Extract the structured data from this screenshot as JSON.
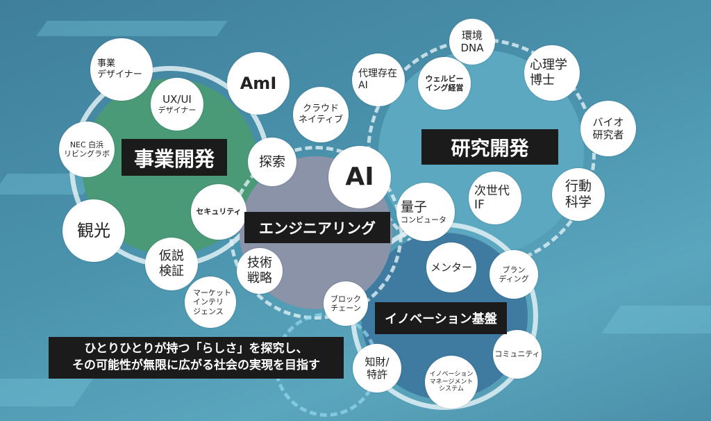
{
  "colors": {
    "background": "#4b93ad",
    "business": "#4a9a78",
    "engineering": "#8a93a8",
    "research": "#5ca8c0",
    "innovation": "#3f7ba0"
  },
  "labels": {
    "business": "事業開発",
    "research": "研究開発",
    "engineering": "エンジニアリング",
    "innovation": "イノベーション基盤"
  },
  "tagline": {
    "line1": "ひとりひとりが持つ「らしさ」を探究し、",
    "line2": "その可能性が無限に広がる社会の実現を目指す"
  },
  "bubbles": {
    "biz_designer": [
      "事業",
      "デザイナー"
    ],
    "uxui": [
      "UX/UI",
      "デザイナー"
    ],
    "ami": "AmI",
    "nec": [
      "NEC 白浜",
      "リビングラボ"
    ],
    "explore": "探索",
    "security": "セキュリティ",
    "tourism": "観光",
    "hypothesis": [
      "仮説",
      "検証"
    ],
    "market": [
      "マーケット",
      "インテリ",
      "ジェンス"
    ],
    "tech_strategy": [
      "技術",
      "戦略"
    ],
    "cloud": [
      "クラウド",
      "ネイティブ"
    ],
    "ai": "AI",
    "proxy_ai": [
      "代理存在",
      "AI"
    ],
    "wellbeing": [
      "ウェルビー",
      "イング経営"
    ],
    "env_dna": [
      "環境",
      "DNA"
    ],
    "psych": [
      "心理学",
      "博士"
    ],
    "bio": [
      "バイオ",
      "研究者"
    ],
    "behavior": [
      "行動",
      "科学"
    ],
    "quantum": [
      "量子",
      "コンピュータ"
    ],
    "next_if": [
      "次世代",
      "IF"
    ],
    "mentor": "メンター",
    "branding": [
      "ブラン",
      "ディング"
    ],
    "blockchain": [
      "ブロック",
      "チェーン"
    ],
    "ip": [
      "知財/",
      "特許"
    ],
    "ims": [
      "イノベーション",
      "マネージメント",
      "システム"
    ],
    "community": "コミュニティ"
  }
}
